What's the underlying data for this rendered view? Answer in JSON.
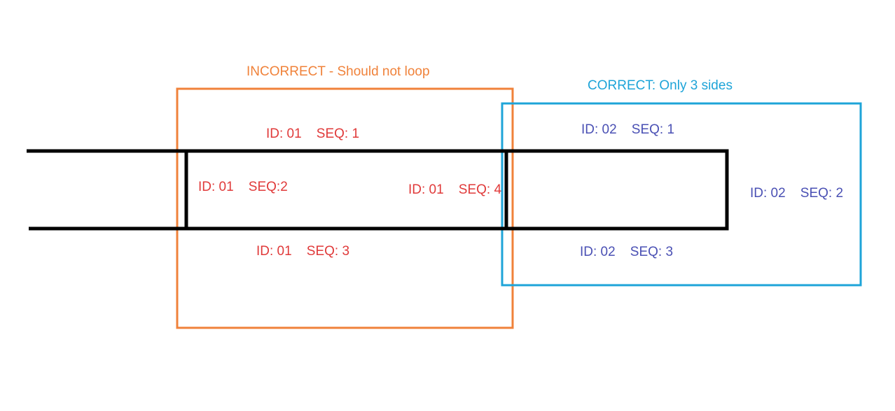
{
  "colors": {
    "incorrect": "#f0823a",
    "correct": "#1ea4d8",
    "id01_text": "#e03a3a",
    "id02_text": "#4a50b4",
    "road_line": "#000000"
  },
  "titles": {
    "incorrect": "INCORRECT - Should not loop",
    "correct": "CORRECT: Only 3 sides"
  },
  "segments": {
    "id01": {
      "seq1": "ID: 01    SEQ: 1",
      "seq2": "ID: 01    SEQ:2",
      "seq3": "ID: 01    SEQ: 3",
      "seq4": "ID: 01    SEQ: 4"
    },
    "id02": {
      "seq1": "ID: 02    SEQ: 1",
      "seq2": "ID: 02    SEQ: 2",
      "seq3": "ID: 02    SEQ: 3"
    }
  }
}
